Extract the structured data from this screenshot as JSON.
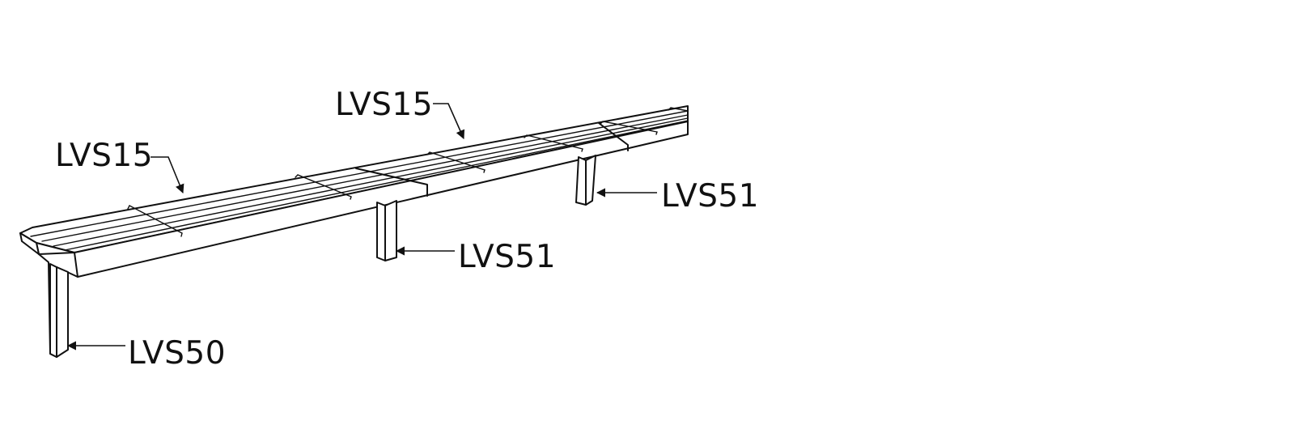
{
  "callouts": [
    {
      "id": "lvs15-left",
      "label": "LVS15"
    },
    {
      "id": "lvs15-mid",
      "label": "LVS15"
    },
    {
      "id": "lvs51-mid",
      "label": "LVS51"
    },
    {
      "id": "lvs51-right",
      "label": "LVS51"
    },
    {
      "id": "lvs50-left",
      "label": "LVS50"
    }
  ],
  "colors": {
    "line": "#111111",
    "background": "#ffffff"
  }
}
